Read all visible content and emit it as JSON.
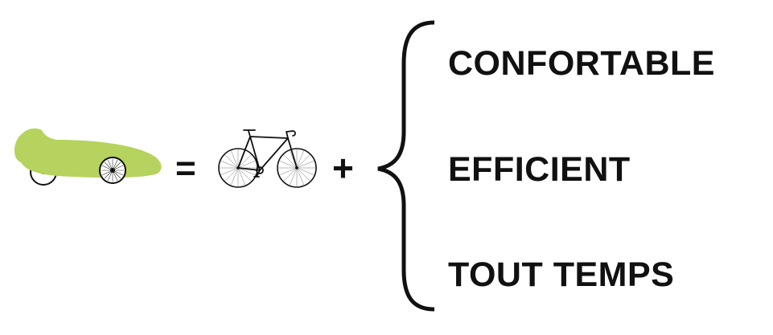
{
  "operators": {
    "equals": "=",
    "plus": "+"
  },
  "benefits": [
    {
      "label": "CONFORTABLE"
    },
    {
      "label": "EFFICIENT"
    },
    {
      "label": "TOUT TEMPS"
    }
  ],
  "icons": {
    "velomobile": "velomobile-icon",
    "bicycle": "bicycle-icon",
    "brace": "curly-brace-icon"
  },
  "colors": {
    "velomobile_body": "#b5d35e",
    "ink": "#111111"
  }
}
